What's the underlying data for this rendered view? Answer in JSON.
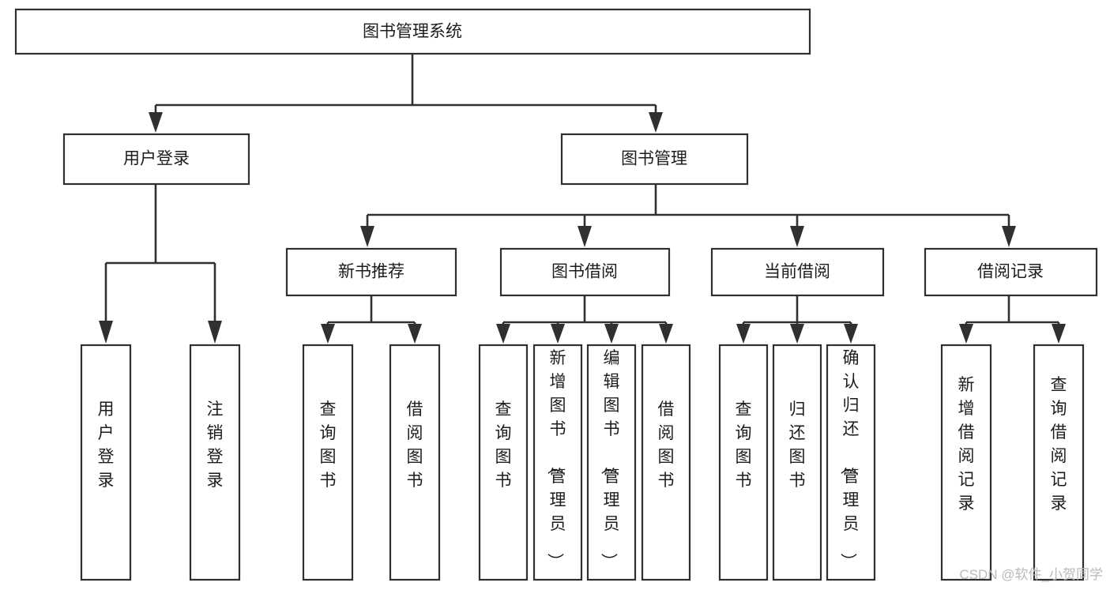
{
  "diagram": {
    "title": "图书管理系统",
    "type": "hierarchy-tree",
    "levels": 4,
    "root": {
      "id": "root",
      "label": "图书管理系统",
      "orientation": "horizontal"
    },
    "level1": [
      {
        "id": "user-login",
        "label": "用户登录",
        "orientation": "horizontal"
      },
      {
        "id": "book-management",
        "label": "图书管理",
        "orientation": "horizontal"
      }
    ],
    "level2": [
      {
        "id": "new-book-recommend",
        "label": "新书推荐",
        "parent": "book-management",
        "orientation": "horizontal"
      },
      {
        "id": "book-borrow",
        "label": "图书借阅",
        "parent": "book-management",
        "orientation": "horizontal"
      },
      {
        "id": "current-borrow",
        "label": "当前借阅",
        "parent": "book-management",
        "orientation": "horizontal"
      },
      {
        "id": "borrow-record",
        "label": "借阅记录",
        "parent": "book-management",
        "orientation": "horizontal"
      }
    ],
    "leaves": [
      {
        "id": "leaf-user-login",
        "label": "用户登录",
        "parent": "user-login",
        "orientation": "vertical"
      },
      {
        "id": "leaf-user-logout",
        "label": "注销登录",
        "parent": "user-login",
        "orientation": "vertical"
      },
      {
        "id": "leaf-query-book-1",
        "label": "查询图书",
        "parent": "new-book-recommend",
        "orientation": "vertical"
      },
      {
        "id": "leaf-borrow-book-1",
        "label": "借阅图书",
        "parent": "new-book-recommend",
        "orientation": "vertical"
      },
      {
        "id": "leaf-query-book-2",
        "label": "查询图书",
        "parent": "book-borrow",
        "orientation": "vertical"
      },
      {
        "id": "leaf-add-book",
        "label": "新增图书（管理员）",
        "parent": "book-borrow",
        "orientation": "vertical"
      },
      {
        "id": "leaf-edit-book",
        "label": "编辑图书（管理员）",
        "parent": "book-borrow",
        "orientation": "vertical"
      },
      {
        "id": "leaf-borrow-book-2",
        "label": "借阅图书",
        "parent": "book-borrow",
        "orientation": "vertical"
      },
      {
        "id": "leaf-query-book-3",
        "label": "查询图书",
        "parent": "current-borrow",
        "orientation": "vertical"
      },
      {
        "id": "leaf-return-book",
        "label": "归还图书",
        "parent": "current-borrow",
        "orientation": "vertical"
      },
      {
        "id": "leaf-confirm-return",
        "label": "确认归还（管理员）",
        "parent": "current-borrow",
        "orientation": "vertical"
      },
      {
        "id": "leaf-add-record",
        "label": "新增借阅记录",
        "parent": "borrow-record",
        "orientation": "vertical"
      },
      {
        "id": "leaf-query-record",
        "label": "查询借阅记录",
        "parent": "borrow-record",
        "orientation": "vertical"
      }
    ],
    "watermark": "CSDN @软件_小贺同学",
    "colors": {
      "stroke": "#2f3030",
      "fill": "#ffffff",
      "text": "#1c1c1c",
      "watermark": "#b9b9b9",
      "background": "#ffffff"
    }
  }
}
